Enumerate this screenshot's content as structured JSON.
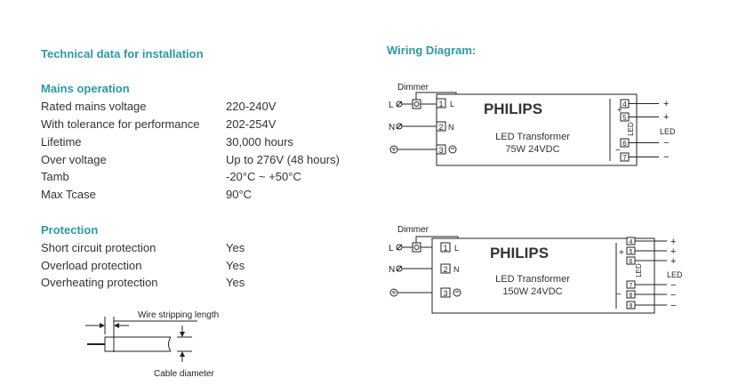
{
  "install": {
    "title": "Technical data for installation",
    "mains": {
      "title": "Mains operation",
      "rows": [
        {
          "label": "Rated mains voltage",
          "value": "220-240V"
        },
        {
          "label": "With tolerance for performance",
          "value": "202-254V"
        },
        {
          "label": "Lifetime",
          "value": "30,000 hours"
        },
        {
          "label": "Over voltage",
          "value": "Up to 276V (48 hours)"
        },
        {
          "label": "Tamb",
          "value": "-20°C ~ +50°C"
        },
        {
          "label": "Max Tcase",
          "value": "90°C"
        }
      ]
    },
    "protection": {
      "title": "Protection",
      "rows": [
        {
          "label": "Short circuit protection",
          "value": "Yes"
        },
        {
          "label": "Overload protection",
          "value": "Yes"
        },
        {
          "label": "Overheating protection",
          "value": "Yes"
        }
      ]
    }
  },
  "wire": {
    "strip_label": "Wire stripping length",
    "cable_label": "Cable diameter"
  },
  "wiring": {
    "title": "Wiring Diagram:",
    "d1": {
      "dimmer": "Dimmer",
      "brand": "PHILIPS",
      "name": "LED Transformer",
      "rating": "75W  24VDC",
      "L": "L",
      "N": "N",
      "in": [
        "1",
        "2",
        "3"
      ],
      "in_letters": [
        "L",
        "N"
      ],
      "out": [
        "4",
        "5",
        "6",
        "7"
      ],
      "led_vert": "LED",
      "led": "LED",
      "plus": "+",
      "minus": "−"
    },
    "d2": {
      "dimmer": "Dimmer",
      "brand": "PHILIPS",
      "name": "LED Transformer",
      "rating": "150W  24VDC",
      "L": "L",
      "N": "N",
      "in": [
        "1",
        "2",
        "3"
      ],
      "in_letters": [
        "L",
        "N"
      ],
      "out": [
        "4",
        "5",
        "6",
        "7",
        "8",
        "9"
      ],
      "led_vert": "LED",
      "led": "LED",
      "plus": "+",
      "minus": "−"
    }
  }
}
